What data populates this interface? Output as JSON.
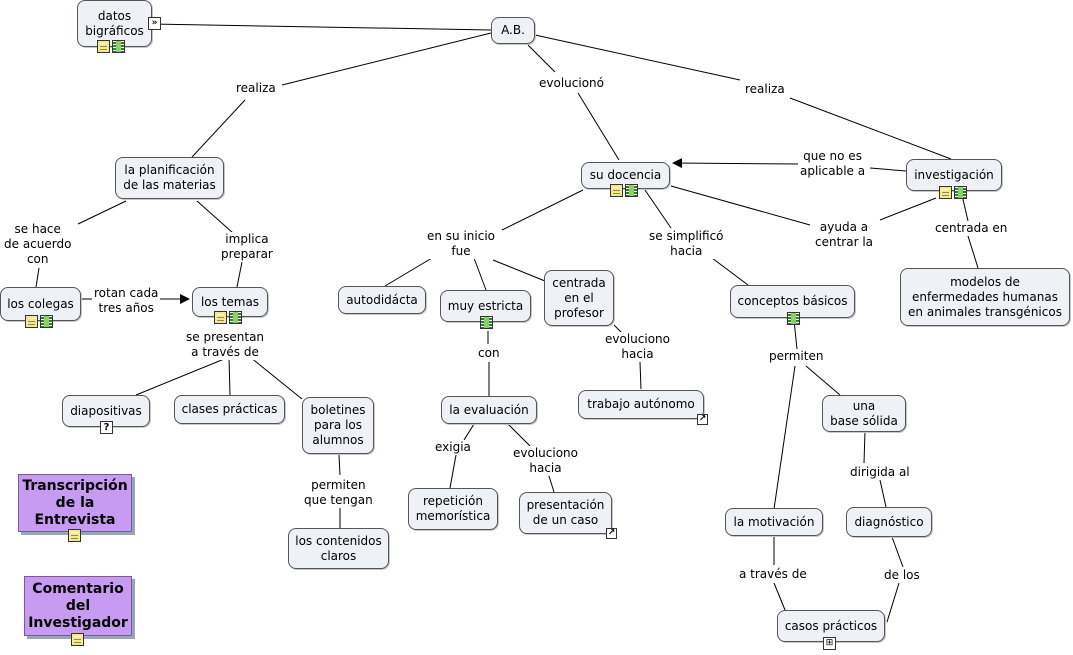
{
  "nodes": {
    "datos": "datos\nbigráficos",
    "ab": "A.B.",
    "planificacion": "la planificación\nde las materias",
    "docencia": "su docencia",
    "investigacion": "investigación",
    "colegas": "los colegas",
    "temas": "los temas",
    "autodidacta": "autodidácta",
    "estricta": "muy estricta",
    "centrada_profesor": "centrada\nen el\nprofesor",
    "conceptos": "conceptos básicos",
    "modelos": "modelos de\nenfermedades humanas\nen animales transgénicos",
    "diapositivas": "diapositivas",
    "clases": "clases prácticas",
    "boletines": "boletines\npara los\nalumnos",
    "evaluacion": "la evaluación",
    "trabajo": "trabajo autónomo",
    "base": "una\nbase sólida",
    "repeticion": "repetición\nmemorística",
    "presentacion": "presentación\nde un caso",
    "motivacion": "la motivación",
    "diagnostico": "diagnóstico",
    "contenidos": "los contenidos\nclaros",
    "casos": "casos prácticos",
    "transcripcion": "Transcripción\nde la\nEntrevista",
    "comentario": "Comentario\ndel\nInvestigador"
  },
  "links": {
    "realiza_left": "realiza",
    "evoluciono": "evolucionó",
    "realiza_right": "realiza",
    "no_aplicable": "que no es\naplicable a",
    "se_hace": "se hace\nde acuerdo\ncon",
    "implica": "implica\npreparar",
    "rotan": "rotan cada\ntres años",
    "presentan": "se presentan\na través de",
    "inicio": "en su inicio\nfue",
    "simplifico": "se simplificó\nhacia",
    "ayuda": "ayuda a\ncentrar la",
    "centrada_en": "centrada en",
    "con": "con",
    "evoluciono_hacia_1": "evoluciono\nhacia",
    "permiten_1": "permiten",
    "exigia": "exigia",
    "evoluciono_hacia_2": "evoluciono\nhacia",
    "dirigida": "dirigida al",
    "permiten_2": "permiten\nque tengan",
    "a_traves": "a través de",
    "de_los": "de los"
  },
  "icons": {
    "document": "document-icon",
    "film": "film-icon",
    "question": "question-icon",
    "network": "concept-map-icon",
    "shortcut": "shortcut-arrow-icon",
    "expand": "double-chevron-icon"
  },
  "colors": {
    "node_fill": "#eef2f6",
    "resource_fill": "#c79bf2",
    "line": "#000000"
  }
}
